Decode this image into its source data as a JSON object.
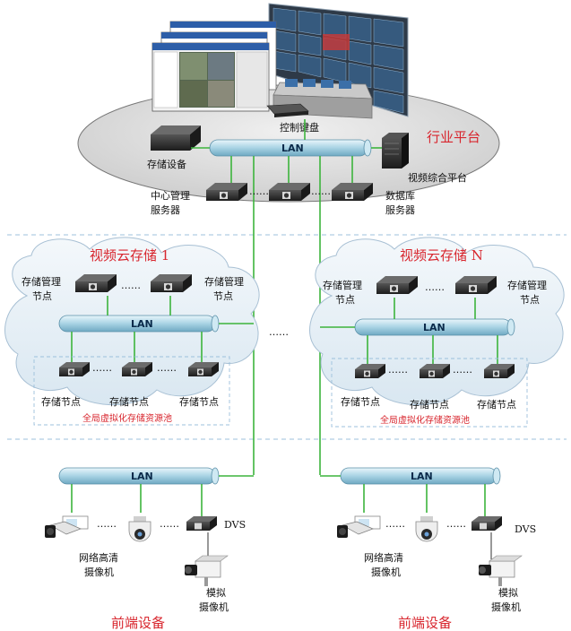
{
  "platform": {
    "title": "行业平台",
    "control_keyboard": "控制键盘",
    "storage_device": "存储设备",
    "video_platform": "视频综合平台",
    "center_server": [
      "中心管理",
      "服务器"
    ],
    "db_server": [
      "数据库",
      "服务器"
    ],
    "lan": "LAN"
  },
  "cloud_left": {
    "title": "视频云存储  1",
    "mgmt_left": [
      "存储管理",
      "节点"
    ],
    "mgmt_right": [
      "存储管理",
      "节点"
    ],
    "lan": "LAN",
    "nodes": [
      "存储节点",
      "存储节点",
      "存储节点"
    ],
    "pool": "全局虚拟化存储资源池"
  },
  "cloud_right": {
    "title": "视频云存储  N",
    "mgmt_left": [
      "存储管理",
      "节点"
    ],
    "mgmt_right": [
      "存储管理",
      "节点"
    ],
    "lan": "LAN",
    "nodes": [
      "存储节点",
      "存储节点",
      "存储节点"
    ],
    "pool": "全局虚拟化存储资源池"
  },
  "front_left": {
    "lan": "LAN",
    "dvs": "DVS",
    "hd_camera": [
      "网络高清",
      "摄像机"
    ],
    "analog_camera": [
      "模拟",
      "摄像机"
    ],
    "title": "前端设备"
  },
  "front_right": {
    "lan": "LAN",
    "dvs": "DVS",
    "hd_camera": [
      "网络高清",
      "摄像机"
    ],
    "analog_camera": [
      "模拟",
      "摄像机"
    ],
    "title": "前端设备"
  },
  "dots": "……",
  "colors": {
    "lan_pipe": "#b7dbe8",
    "link": "#3cb43c",
    "red": "#d8262e",
    "device": "#2b2b2b",
    "cloud_fill": "#e8f1f7",
    "ellipse_fill": "#dcdcdc"
  }
}
